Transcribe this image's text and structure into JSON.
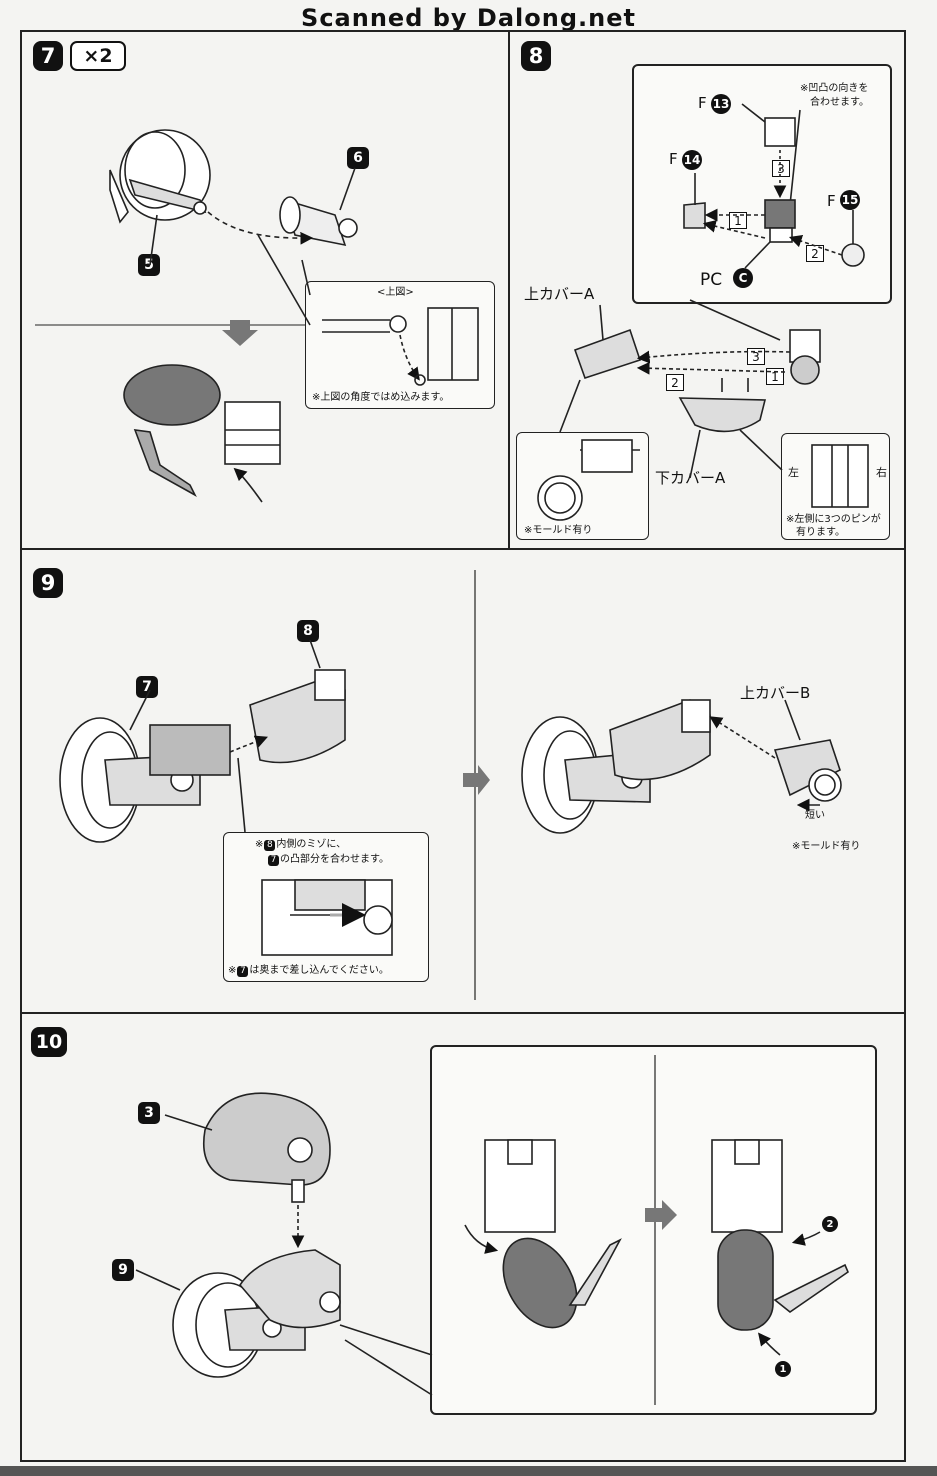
{
  "header": {
    "scan_credit": "Scanned by Dalong.net"
  },
  "steps": {
    "s7": {
      "number": "7",
      "multiplier": "×2",
      "refs": {
        "part6": "6",
        "part5": "5"
      },
      "inset_title": "<上図>",
      "inset_note": "※上図の角度ではめ込みます。"
    },
    "s8": {
      "number": "8",
      "parts": {
        "f13": "F",
        "f13n": "13",
        "f14": "F",
        "f14n": "14",
        "f15": "F",
        "f15n": "15",
        "pc": "PC",
        "pcn": "C"
      },
      "orient_note_1": "※凹凸の向きを",
      "orient_note_2": "合わせます。",
      "order": [
        "1",
        "2",
        "3"
      ],
      "upper_cover_a": "上カバーA",
      "lower_cover_a": "下カバーA",
      "mold_note": "※モールド有り",
      "pin_left": "左",
      "pin_right": "右",
      "pin_note_1": "※左側に3つのピンが",
      "pin_note_2": "有ります。"
    },
    "s9": {
      "number": "9",
      "refs": {
        "part7": "7",
        "part8": "8"
      },
      "inset_note_1a": "※",
      "inset_note_1b": "8",
      "inset_note_1c": "内側のミゾに、",
      "inset_note_2a": "7",
      "inset_note_2b": "の凸部分を合わせます。",
      "inset_note_3a": "※",
      "inset_note_3b": "7",
      "inset_note_3c": "は奥まで差し込んでください。",
      "upper_cover_b": "上カバーB",
      "short_label": "短い",
      "mold_note": "※モールド有り"
    },
    "s10": {
      "number": "10",
      "refs": {
        "part3": "3",
        "part9": "9"
      },
      "sub_order": [
        "2",
        "1"
      ]
    }
  }
}
